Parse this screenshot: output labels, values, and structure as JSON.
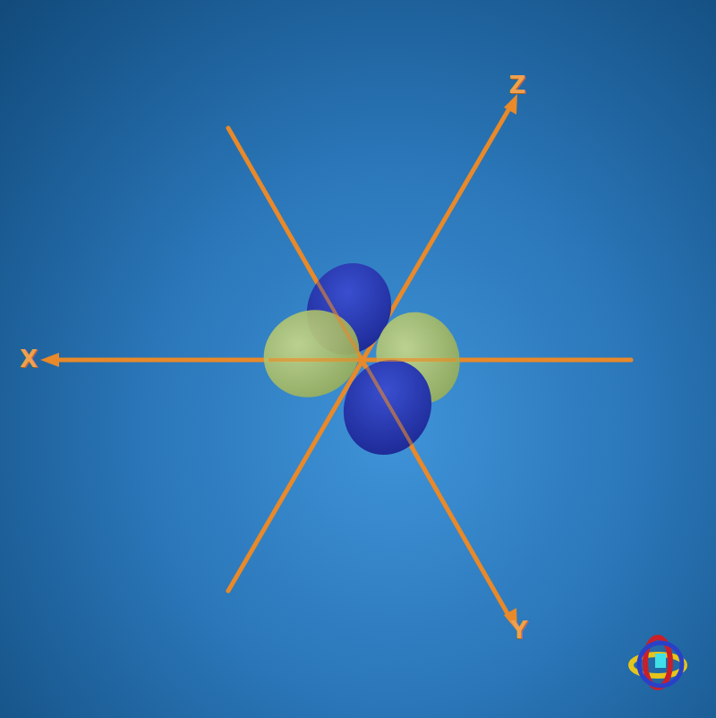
{
  "diagram": {
    "labels": [
      "X",
      "Z",
      "Y"
    ]
  }
}
